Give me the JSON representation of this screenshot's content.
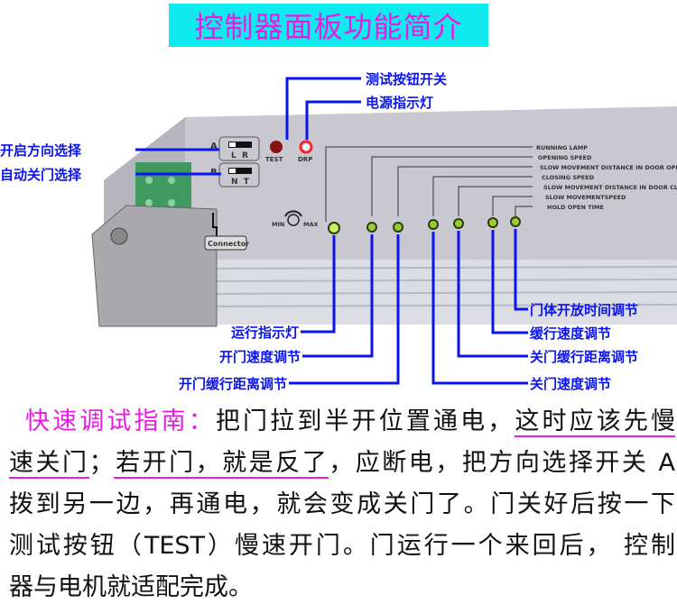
{
  "title": "控制器面板功能简介",
  "colors": {
    "title_bg": "#0eeaee",
    "title_text": "#e81ce0",
    "label": "#0a14f0",
    "highlight": "#e81ce0",
    "led": "#9acd32",
    "test_led": "#8b1010",
    "drp_led": "#ff2020"
  },
  "callouts": {
    "test_button": "测试按钮开关",
    "power_indicator": "电源指示灯",
    "direction_select": "开启方向选择",
    "auto_close_select": "自动关门选择",
    "running_lamp": "运行指示灯",
    "opening_speed": "开门速度调节",
    "opening_slow_distance": "开门缓行距离调节",
    "hold_open_time": "门体开放时间调节",
    "slow_speed": "缓行速度调节",
    "closing_slow_distance": "关门缓行距离调节",
    "closing_speed": "关门速度调节"
  },
  "panel": {
    "switch_a": "A",
    "switch_a_labels": "L  R",
    "switch_b": "B",
    "switch_b_labels": "N  T",
    "test": "TEST",
    "drp": "DRP",
    "knob_min": "MIN",
    "knob_max": "MAX",
    "connector": "Connector",
    "legend": [
      "RUNNING LAMP",
      "OPENING SPEED",
      "SLOW MOVEMENT DISTANCE IN DOOR OPENING",
      "CLOSING SPEED",
      "SLOW MOVEMENT DISTANCE IN DOOR CLOSING",
      "SLOW MOVEMENTSPEED",
      "HOLD OPEN TIME"
    ]
  },
  "guide": {
    "heading": "快速调试指南：",
    "s1": "把门拉到半开位置通电，",
    "s2": "这时应该先慢",
    "s3": "速关门",
    "s4": "；",
    "s5": "若开门，就是反了",
    "s6": "，应断电，把方向选择开关 A",
    "line3": "拨到另一边，再通电，就会变成关门了。门关好后按一下",
    "line4": "测试按钮（TEST）慢速开门。门运行一个来回后， 控制",
    "line5": "器与电机就适配完成。"
  }
}
